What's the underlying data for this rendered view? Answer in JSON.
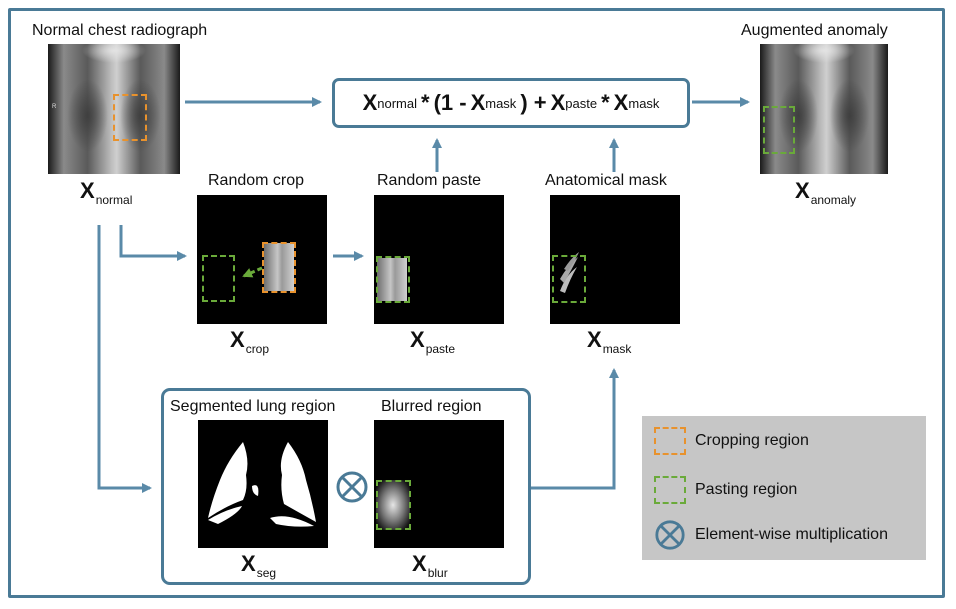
{
  "labels": {
    "normal_title": "Normal chest radiograph",
    "augmented_title": "Augmented anomaly",
    "random_crop": "Random crop",
    "random_paste": "Random paste",
    "anatomical_mask": "Anatomical mask",
    "segmented_lung": "Segmented lung region",
    "blurred_region": "Blurred region"
  },
  "vars": {
    "base": "X",
    "normal": "normal",
    "anomaly": "anomaly",
    "crop": "crop",
    "paste": "paste",
    "mask": "mask",
    "seg": "seg",
    "blur": "blur"
  },
  "formula": {
    "star": "*",
    "one_minus_open": "(1 -",
    "close_plus": ") +",
    "star2": "*"
  },
  "legend": {
    "cropping": "Cropping region",
    "pasting": "Pasting region",
    "multiplication": "Element-wise multiplication"
  },
  "colors": {
    "frame": "#4a7a96",
    "arrow": "#5a8aa8",
    "crop_dash": "#e8922d",
    "paste_dash": "#6aaa3a",
    "legend_bg": "#c6c6c6"
  },
  "image_marks": {
    "xray_corner": "R"
  }
}
